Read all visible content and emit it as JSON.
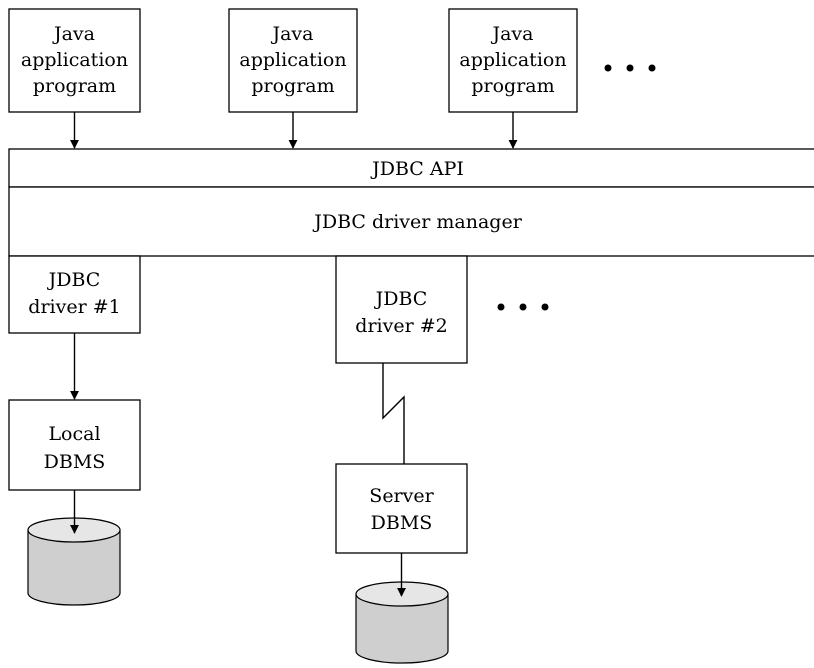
{
  "diagram": {
    "app_programs": [
      {
        "line1": "Java",
        "line2": "application",
        "line3": "program"
      },
      {
        "line1": "Java",
        "line2": "application",
        "line3": "program"
      },
      {
        "line1": "Java",
        "line2": "application",
        "line3": "program"
      }
    ],
    "api_label": "JDBC API",
    "manager_label": "JDBC driver manager",
    "driver1": {
      "line1": "JDBC",
      "line2": "driver #1"
    },
    "driver2": {
      "line1": "JDBC",
      "line2": "driver #2"
    },
    "local_dbms": {
      "line1": "Local",
      "line2": "DBMS"
    },
    "server_dbms": {
      "line1": "Server",
      "line2": "DBMS"
    },
    "colors": {
      "stroke": "#000000",
      "cylinder_body": "#cfcfcf",
      "cylinder_top": "#e6e6e6"
    },
    "icons": [
      "ellipsis-icon",
      "database-icon"
    ]
  }
}
